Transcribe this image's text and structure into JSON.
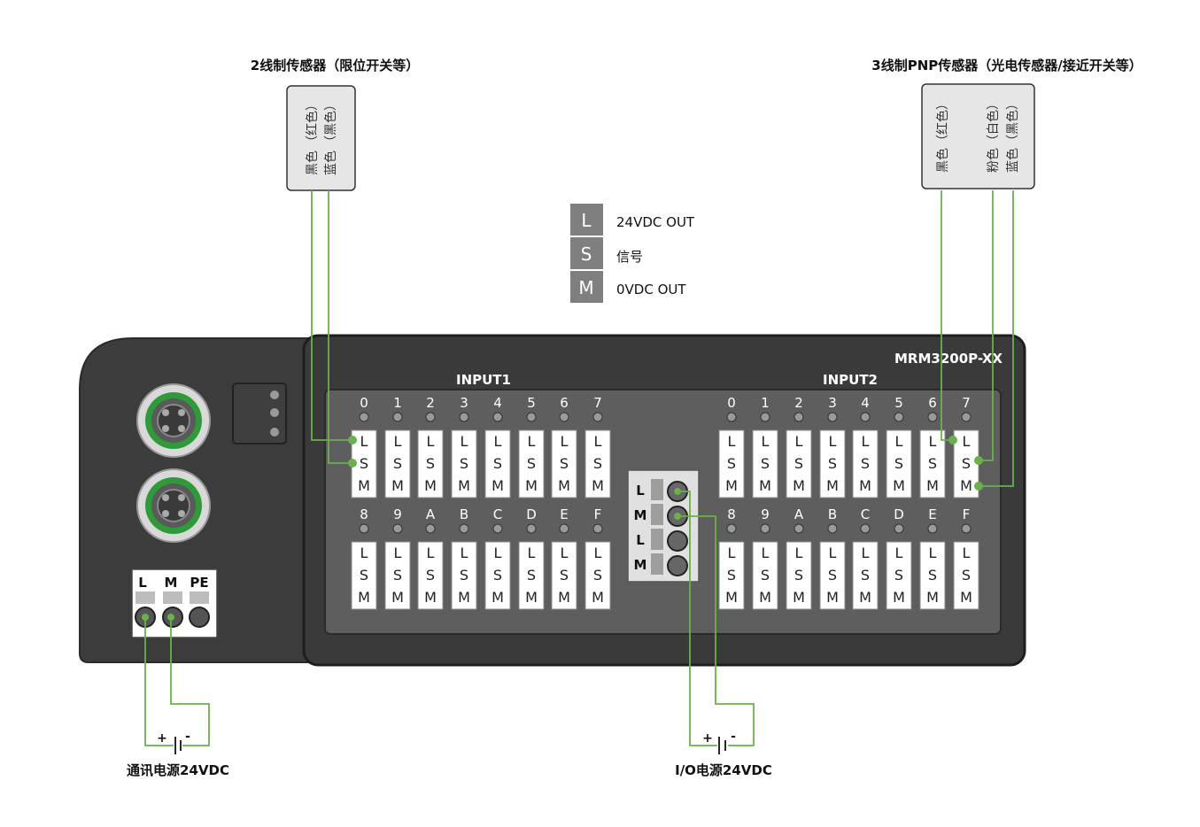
{
  "sensor_left": {
    "title": "2线制传感器（限位开关等）",
    "wires": [
      {
        "top": "（红色）",
        "bottom": "黑色"
      },
      {
        "top": "（黑色）",
        "bottom": "蓝色"
      }
    ]
  },
  "sensor_right": {
    "title": "3线制PNP传感器（光电传感器/接近开关等）",
    "wires": [
      {
        "top": "（红色）",
        "bottom": "黑色"
      },
      {
        "top": "（白色）",
        "bottom": "粉色"
      },
      {
        "top": "（黑色）",
        "bottom": "蓝色"
      }
    ]
  },
  "legend": [
    {
      "key": "L",
      "desc": "24VDC OUT"
    },
    {
      "key": "S",
      "desc": "信号"
    },
    {
      "key": "M",
      "desc": "0VDC OUT"
    }
  ],
  "device": {
    "model": "MRM3200P-XX",
    "input1_label": "INPUT1",
    "input2_label": "INPUT2",
    "channels_top": [
      "0",
      "1",
      "2",
      "3",
      "4",
      "5",
      "6",
      "7"
    ],
    "channels_bottom": [
      "8",
      "9",
      "A",
      "B",
      "C",
      "D",
      "E",
      "F"
    ],
    "terminal_rows": [
      "L",
      "S",
      "M"
    ],
    "power_terminal_labels": [
      "L",
      "M",
      "PE"
    ],
    "io_terminal_labels": [
      "L",
      "M",
      "L",
      "M"
    ]
  },
  "power_comm": {
    "plus": "+",
    "minus": "-",
    "label": "通讯电源24VDC"
  },
  "power_io": {
    "plus": "+",
    "minus": "-",
    "label": "I/O电源24VDC"
  },
  "colors": {
    "device_body": "#3a3a3a",
    "panel": "#5c5c5c",
    "wire": "#6ab04c",
    "legend_key_bg": "#7f7f7f",
    "terminal_bg": "#ffffff"
  }
}
